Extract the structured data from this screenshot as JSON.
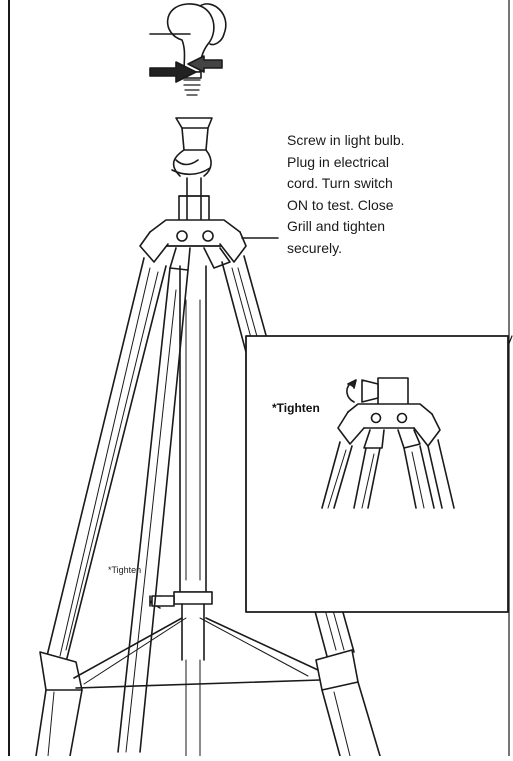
{
  "instructions": {
    "lines": [
      "Screw in light bulb.",
      "Plug in electrical",
      "cord. Turn switch",
      "ON to test. Close",
      "Grill and tighten",
      "securely."
    ]
  },
  "inset": {
    "label": "*Tighten"
  },
  "main_label": "*Tighten"
}
